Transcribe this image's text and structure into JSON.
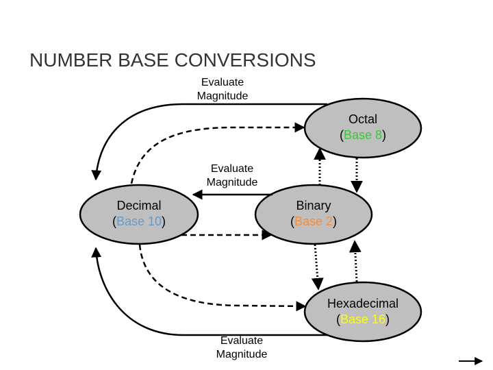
{
  "title": "NUMBER BASE CONVERSIONS",
  "nodes": {
    "octal": {
      "name": "Octal",
      "base_text": "Base 8",
      "base_color": "#33cc33",
      "fill": "#bfbfbf"
    },
    "decimal": {
      "name": "Decimal",
      "base_text": "Base 10",
      "base_color": "#6699cc",
      "fill": "#bfbfbf"
    },
    "binary": {
      "name": "Binary",
      "base_text": "Base 2",
      "base_color": "#ff8c33",
      "fill": "#bfbfbf"
    },
    "hexadecimal": {
      "name": "Hexadecimal",
      "base_text": "Base 16",
      "base_color": "#ffff00",
      "fill": "#bfbfbf"
    }
  },
  "edge_labels": {
    "top": {
      "line1": "Evaluate",
      "line2": "Magnitude"
    },
    "middle": {
      "line1": "Evaluate",
      "line2": "Magnitude"
    },
    "bottom": {
      "line1": "Evaluate",
      "line2": "Magnitude"
    }
  },
  "punctuation": {
    "open": "(",
    "close": ")"
  }
}
